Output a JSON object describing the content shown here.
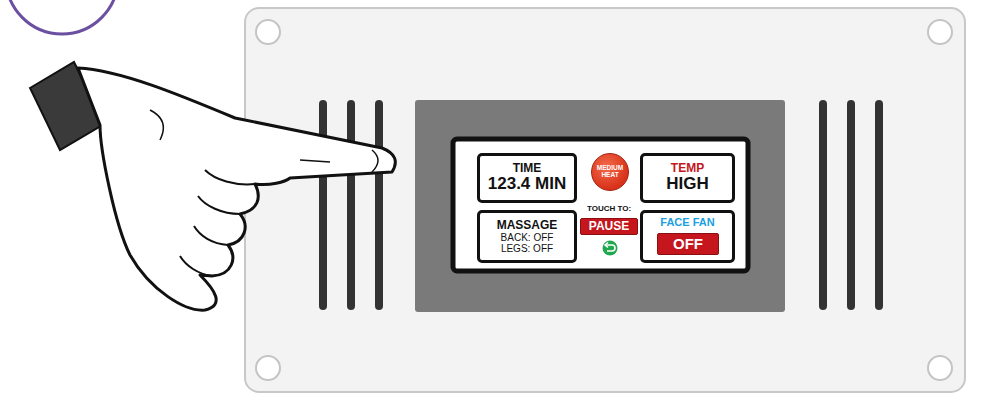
{
  "diagram": {
    "nodes": [
      {
        "text": [
          "TIME",
          "123.4 MIN"
        ]
      },
      {
        "text": [
          "MEDIUM HEAT"
        ]
      },
      {
        "text": [
          "TEMP",
          "HIGH"
        ]
      },
      {
        "text": [
          "MASSAGE",
          "BACK: OFF",
          "LEGS: OFF"
        ]
      },
      {
        "text": [
          "TOUCH TO:",
          "PAUSE"
        ]
      },
      {
        "text": [
          "FACE FAN"
        ]
      },
      {
        "text": [
          "OFF"
        ],
        "in": 5
      }
    ]
  }
}
